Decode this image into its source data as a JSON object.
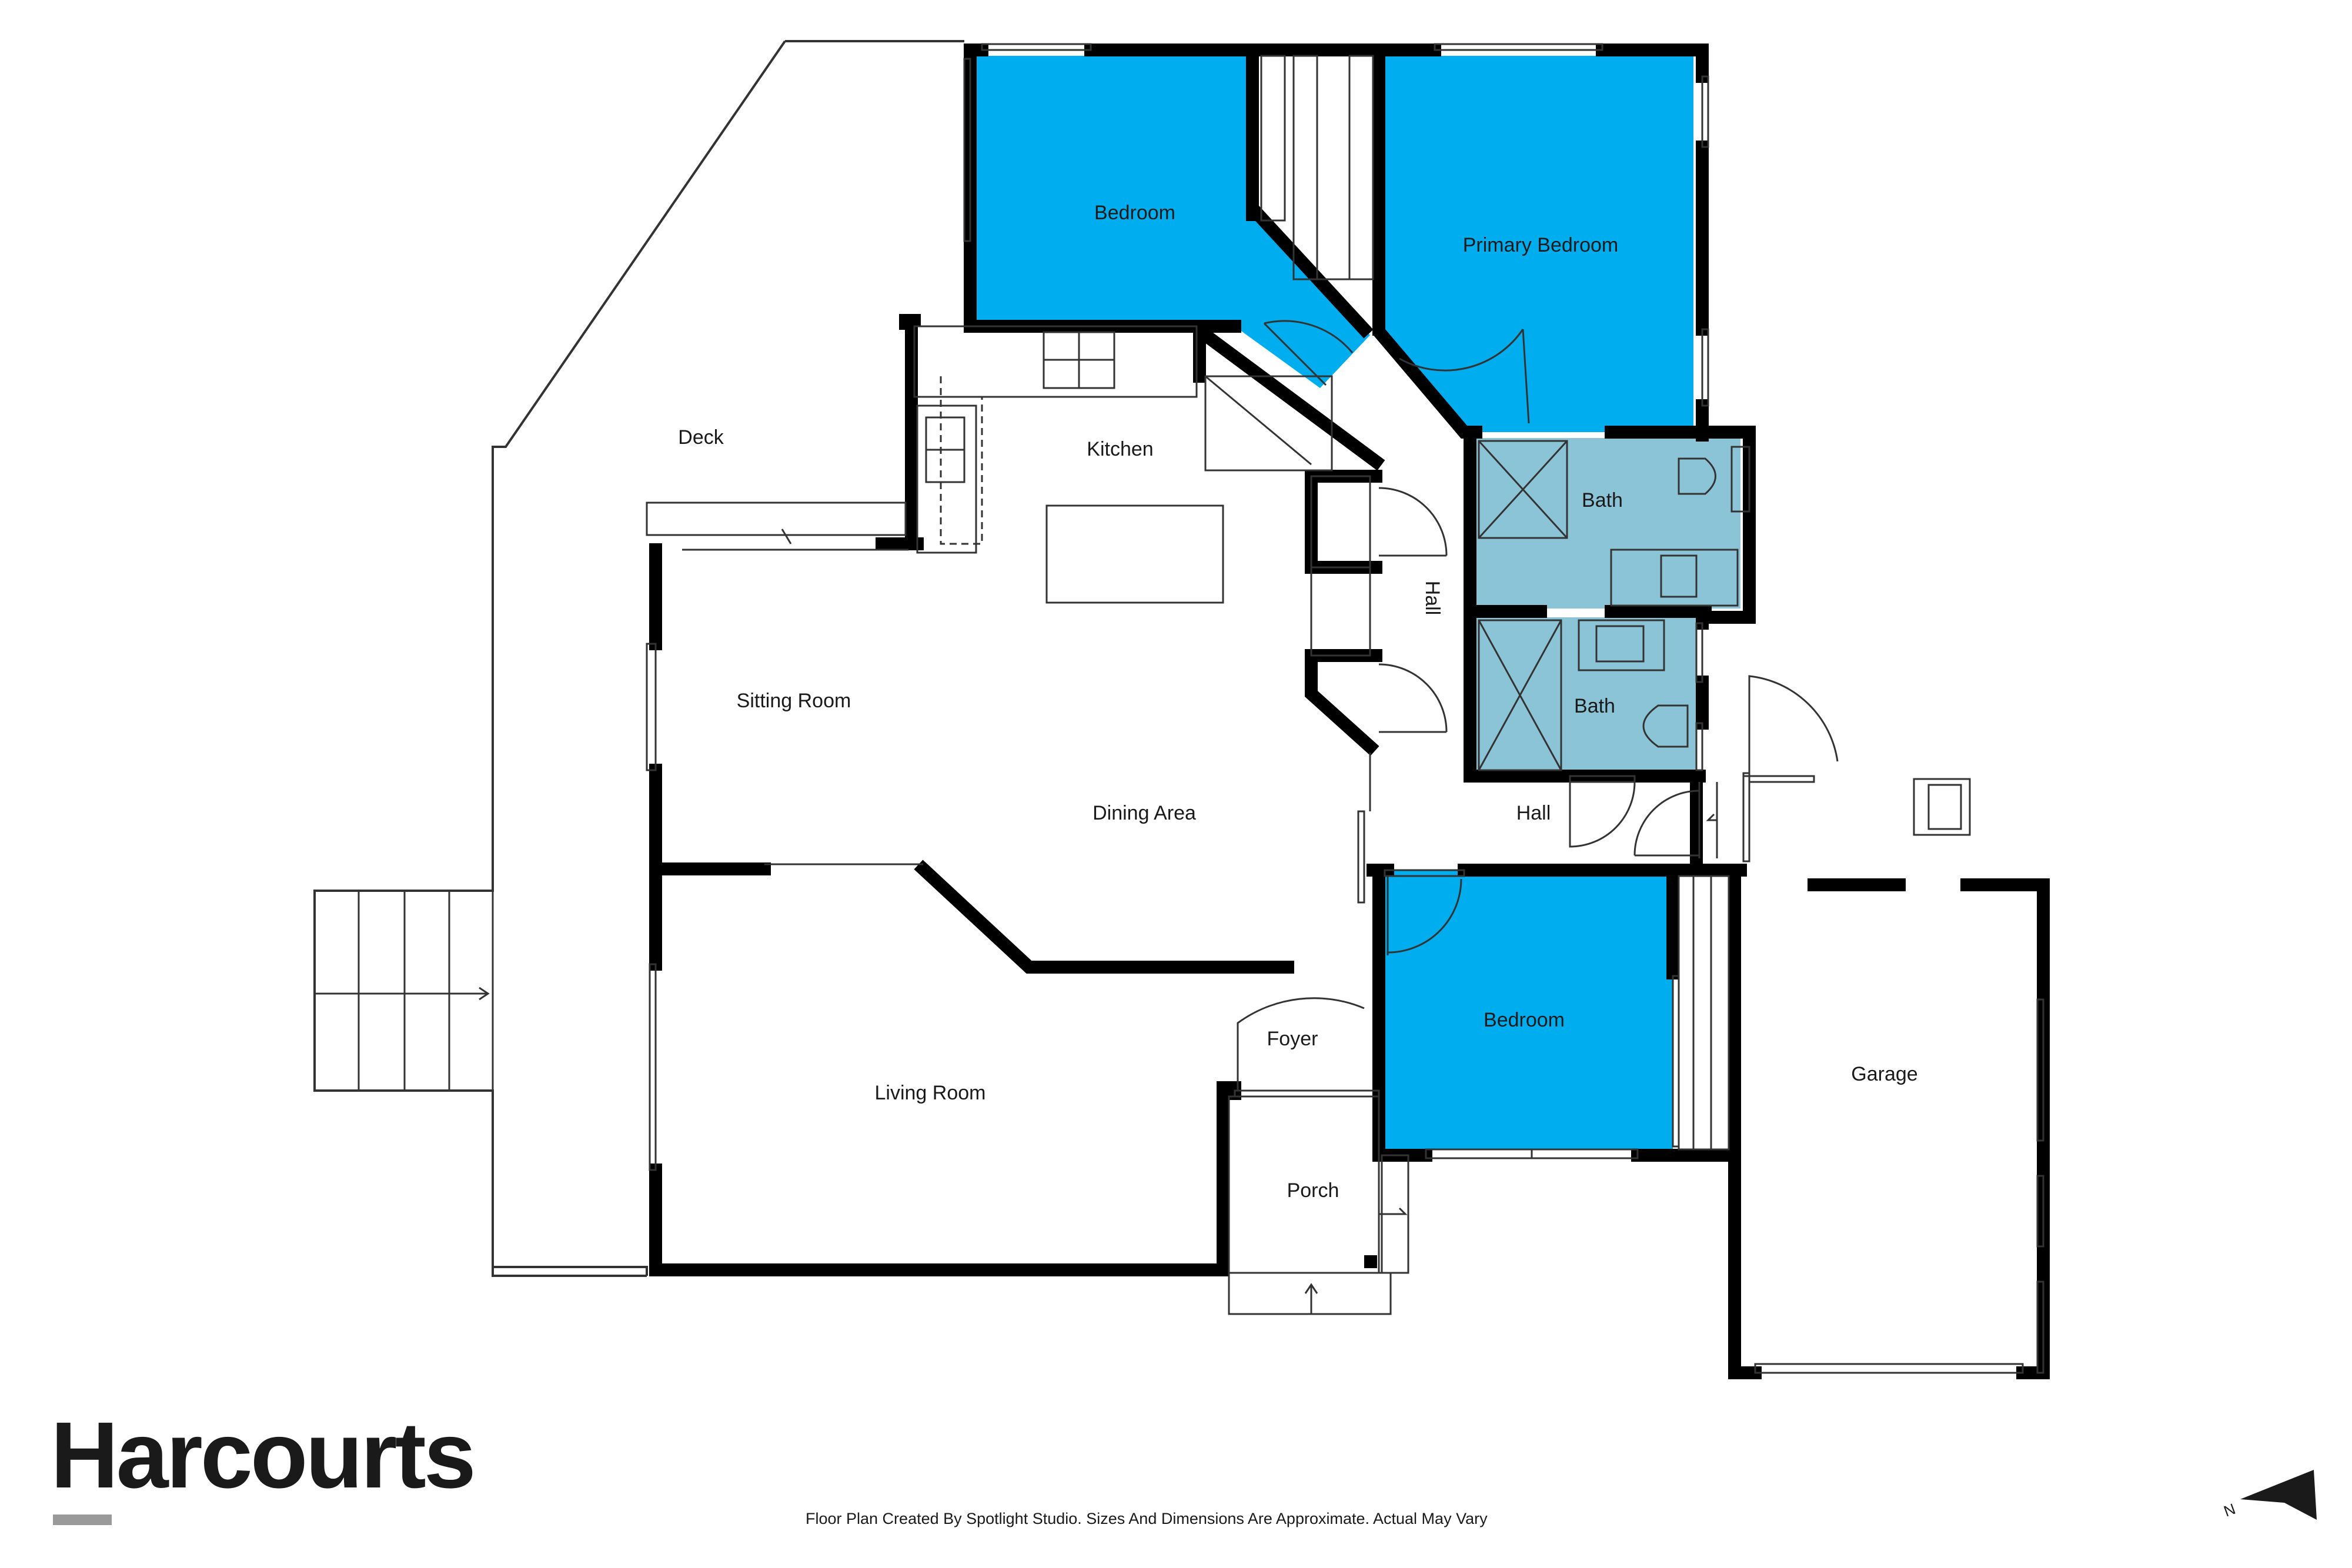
{
  "rooms": {
    "deck": "Deck",
    "bedroom_a": "Bedroom",
    "primary_bedroom": "Primary Bedroom",
    "kitchen": "Kitchen",
    "bath_a": "Bath",
    "bath_b": "Bath",
    "hall_a": "Hall",
    "hall_b": "Hall",
    "sitting_room": "Sitting Room",
    "dining_area": "Dining Area",
    "bedroom_b": "Bedroom",
    "foyer": "Foyer",
    "living_room": "Living Room",
    "garage": "Garage",
    "porch": "Porch"
  },
  "brand": {
    "logo": "Harcourts"
  },
  "footer": {
    "note": "Floor Plan Created By Spotlight Studio. Sizes And Dimensions Are Approximate. Actual May Vary"
  },
  "compass": {
    "label": "N"
  },
  "colors": {
    "bedroom_fill": "#00aeef",
    "bath_fill": "#8cc4d7",
    "wall": "#000000",
    "logo_bar": "#9a9a9a"
  }
}
